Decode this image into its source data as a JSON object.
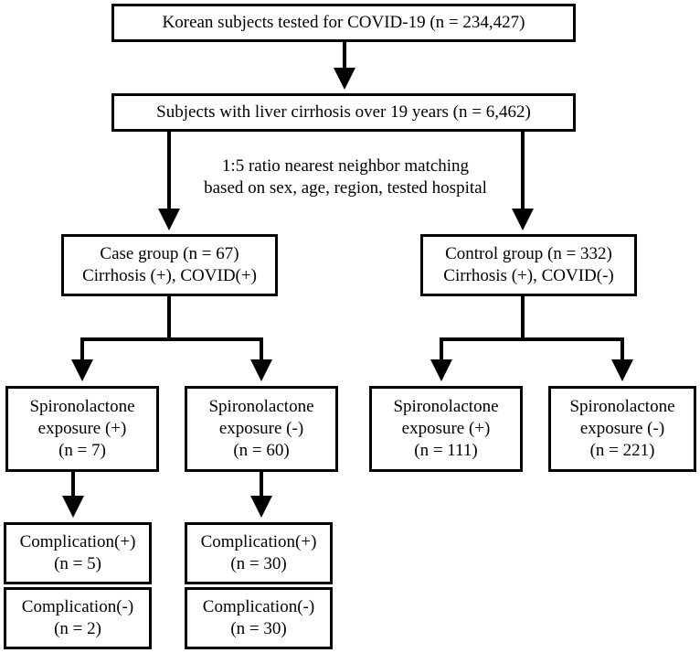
{
  "nodes": {
    "total": {
      "line1": "Korean subjects tested for COVID-19 (n = 234,427)"
    },
    "cirrhosis": {
      "line1": "Subjects with liver cirrhosis over 19 years (n = 6,462)"
    },
    "case": {
      "line1": "Case group (n = 67)",
      "line2": "Cirrhosis (+), COVID(+)"
    },
    "control": {
      "line1": "Control group (n = 332)",
      "line2": "Cirrhosis (+), COVID(-)"
    },
    "case_spiro_pos": {
      "line1": "Spironolactone",
      "line2": "exposure (+)",
      "line3": "(n = 7)"
    },
    "case_spiro_neg": {
      "line1": "Spironolactone",
      "line2": "exposure (-)",
      "line3": "(n = 60)"
    },
    "ctrl_spiro_pos": {
      "line1": "Spironolactone",
      "line2": "exposure (+)",
      "line3": "(n = 111)"
    },
    "ctrl_spiro_neg": {
      "line1": "Spironolactone",
      "line2": "exposure (-)",
      "line3": "(n = 221)"
    },
    "comp_pos_7": {
      "line1": "Complication(+)",
      "line2": "(n = 5)"
    },
    "comp_neg_7": {
      "line1": "Complication(-)",
      "line2": "(n = 2)"
    },
    "comp_pos_60": {
      "line1": "Complication(+)",
      "line2": "(n = 30)"
    },
    "comp_neg_60": {
      "line1": "Complication(-)",
      "line2": "(n = 30)"
    }
  },
  "matching_note": {
    "line1": "1:5 ratio nearest neighbor matching",
    "line2": "based on sex, age, region, tested hospital"
  }
}
